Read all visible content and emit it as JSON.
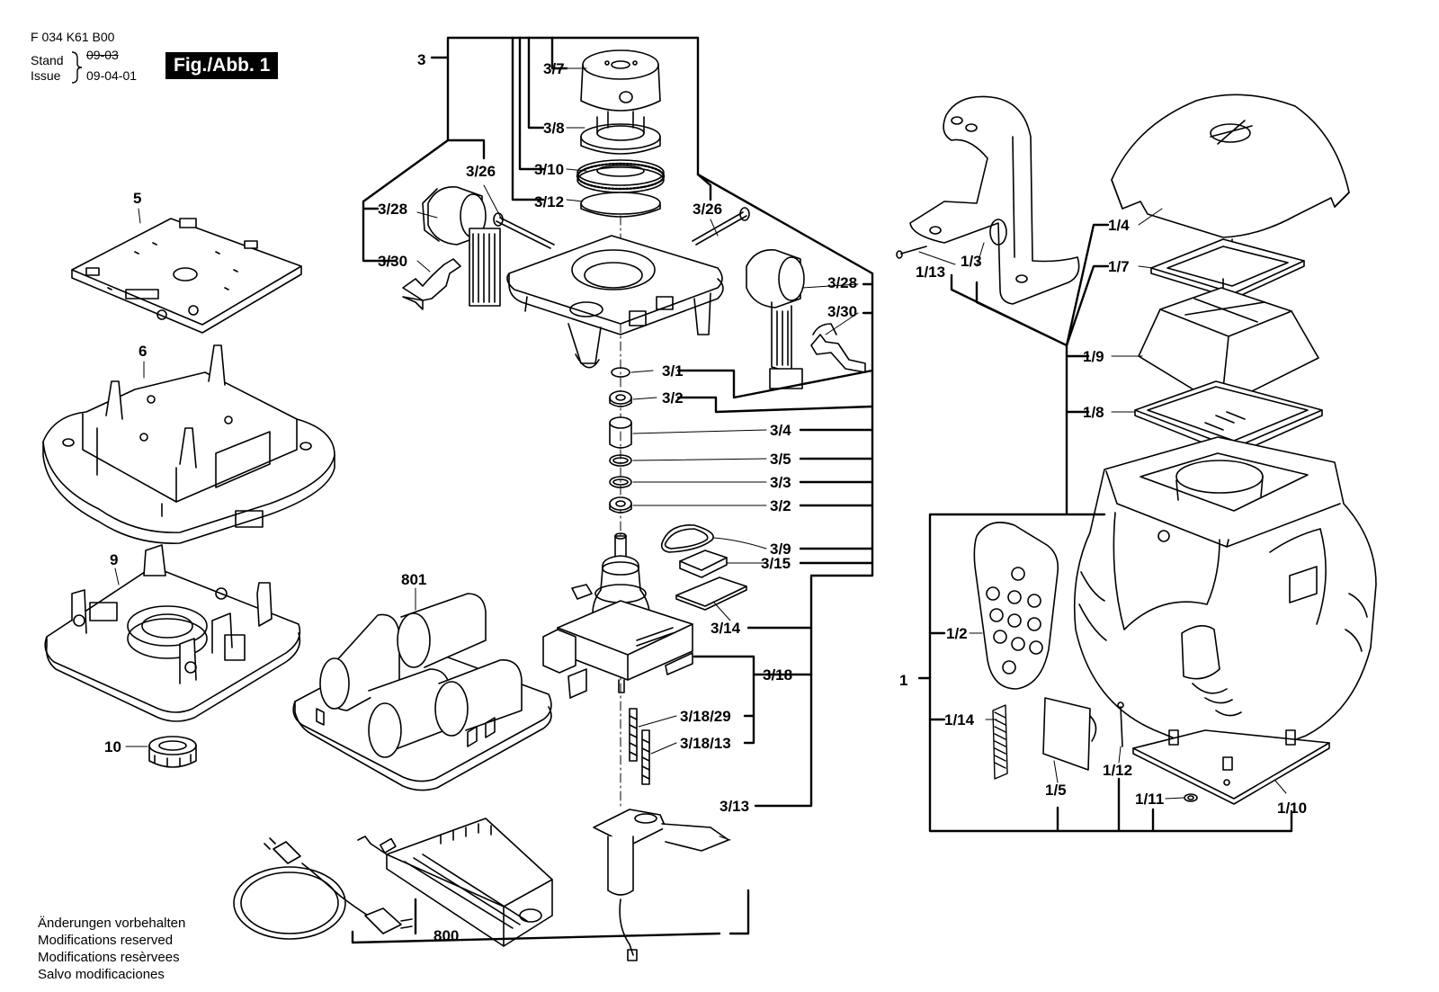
{
  "header": {
    "doc_number": "F 034 K61 B00",
    "stand_label": "Stand",
    "issue_label": "Issue",
    "old_date": "09-03",
    "new_date": "09-04-01",
    "figure_badge": "Fig./Abb. 1"
  },
  "disclaimer": [
    "Änderungen vorbehalten",
    "Modifications reserved",
    "Modifications resèrvees",
    "Salvo modificaciones"
  ],
  "callouts": {
    "c3": "3",
    "c3_7": "3/7",
    "c3_8": "3/8",
    "c3_10": "3/10",
    "c3_12": "3/12",
    "c3_26_left": "3/26",
    "c3_26_right": "3/26",
    "c3_28_left": "3/28",
    "c3_28_right": "3/28",
    "c3_30_left": "3/30",
    "c3_30_right": "3/30",
    "c3_1": "3/1",
    "c3_2_upper": "3/2",
    "c3_4": "3/4",
    "c3_5": "3/5",
    "c3_3": "3/3",
    "c3_2_lower": "3/2",
    "c3_9": "3/9",
    "c3_15": "3/15",
    "c3_14": "3/14",
    "c3_18": "3/18",
    "c3_18_29": "3/18/29",
    "c3_18_13": "3/18/13",
    "c3_13": "3/13",
    "c5": "5",
    "c6": "6",
    "c9": "9",
    "c10": "10",
    "c801": "801",
    "c800": "800",
    "c1": "1",
    "c1_2": "1/2",
    "c1_3": "1/3",
    "c1_4": "1/4",
    "c1_5": "1/5",
    "c1_7": "1/7",
    "c1_8": "1/8",
    "c1_9": "1/9",
    "c1_10": "1/10",
    "c1_11": "1/11",
    "c1_12": "1/12",
    "c1_13": "1/13",
    "c1_14": "1/14"
  }
}
